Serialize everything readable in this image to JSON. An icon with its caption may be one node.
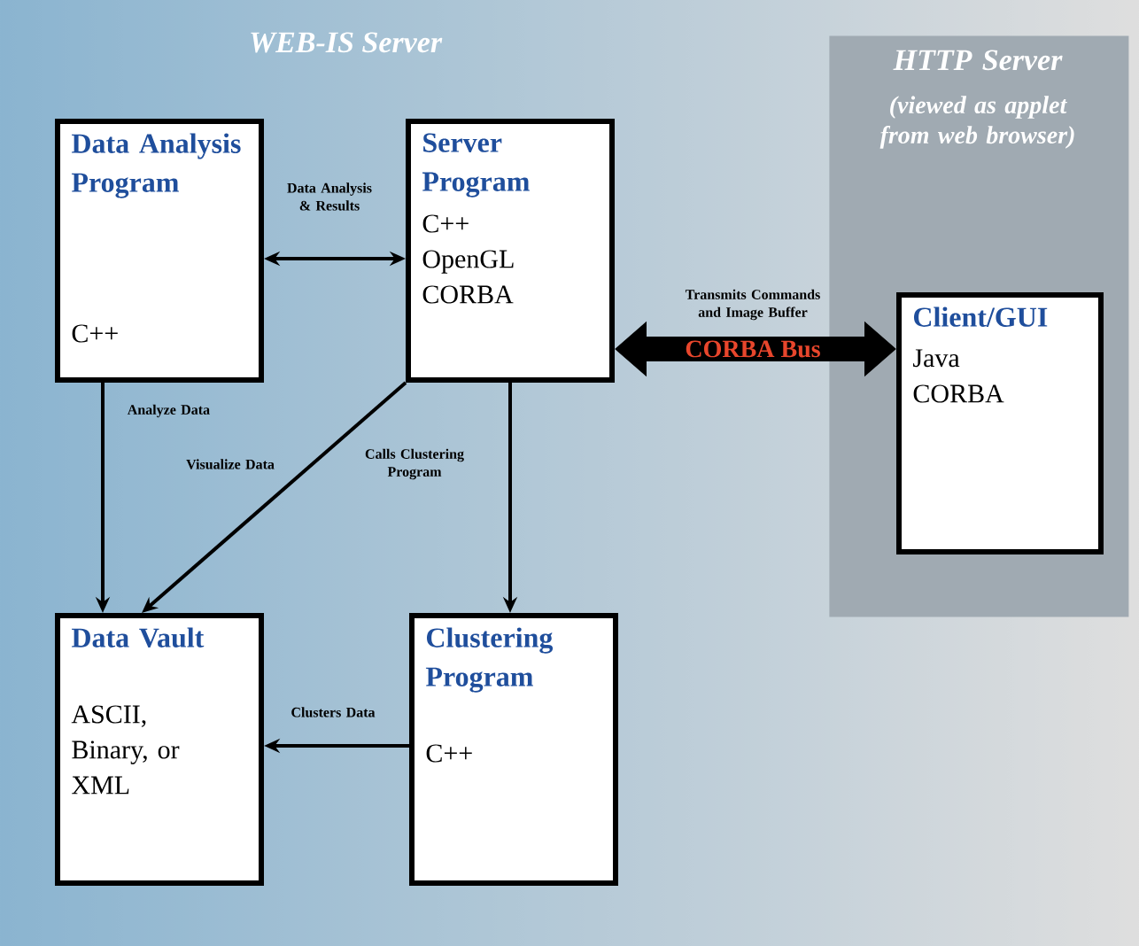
{
  "diagram": {
    "title": "WEB-IS Server",
    "nodes": [
      {
        "text": [
          "Data Analysis Program",
          "C++"
        ]
      },
      {
        "text": [
          "Server Program",
          "C++",
          "OpenGL",
          "CORBA"
        ]
      },
      {
        "text": [
          "Data Vault",
          "ASCII, Binary, or XML"
        ]
      },
      {
        "text": [
          "Clustering Program",
          "C++"
        ]
      },
      {
        "text": [
          "HTTP Server",
          "(viewed as applet from web browser)"
        ]
      },
      {
        "text": [
          "Client/GUI",
          "Java",
          "CORBA"
        ],
        "in": 4
      }
    ],
    "edges": [
      {
        "from": 0,
        "to": 1,
        "arrow": "both",
        "label": "Data Analysis & Results"
      },
      {
        "from": 1,
        "to": 5,
        "arrow": "both",
        "label": "CORBA Bus",
        "style": "thick"
      },
      {
        "from": 0,
        "to": 2,
        "arrow": "to",
        "label": "Analyze Data"
      },
      {
        "from": 1,
        "to": 2,
        "arrow": "to",
        "label": "Visualize Data"
      },
      {
        "from": 1,
        "to": 3,
        "arrow": "to",
        "label": "Calls Clustering Program"
      },
      {
        "from": 3,
        "to": 2,
        "arrow": "to",
        "label": "Clusters Data"
      }
    ],
    "labels": [
      "Transmits Commands and Image Buffer"
    ]
  }
}
